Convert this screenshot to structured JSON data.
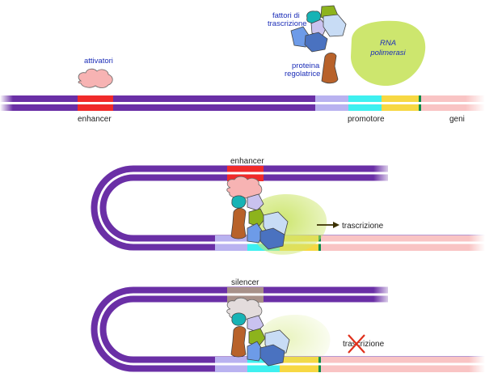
{
  "labels": {
    "attivatori": "attivatori",
    "enhancer": "enhancer",
    "promotore": "promotore",
    "geni": "geni",
    "fattori_line1": "fattori di",
    "fattori_line2": "trascrizione",
    "proteina_line1": "proteina",
    "proteina_line2": "regolatrice",
    "rna_line1": "RNA",
    "rna_line2": "polimerasi",
    "enhancer_loop": "enhancer",
    "trascrizione_active": "trascrizione",
    "silencer": "silencer",
    "trascrizione_blocked": "trascrizione"
  },
  "colors": {
    "dna": "#6a2fa6",
    "enhancer": "#f02a2a",
    "silencer": "#a89189",
    "promoter_lavender": "#b9b2f0",
    "promoter_cyan": "#3ef0f0",
    "promoter_yellow": "#f7d843",
    "start_mark": "#0c8c4a",
    "genes": "#f9c4c4",
    "activator": "#f7b3b3",
    "repressor": "#e3dcdc",
    "tf_teal": "#17b3b5",
    "tf_lavender": "#c9c2ef",
    "tf_olive": "#8db31c",
    "tf_blue": "#6d9be8",
    "tf_light": "#c8dcf5",
    "tf_navy": "#4a72c0",
    "regulatory": "#b8622a",
    "polymerase": "#cde66e",
    "label_blue": "#1d2fb8",
    "cross": "#e0301c",
    "arrow": "#3a3000"
  }
}
